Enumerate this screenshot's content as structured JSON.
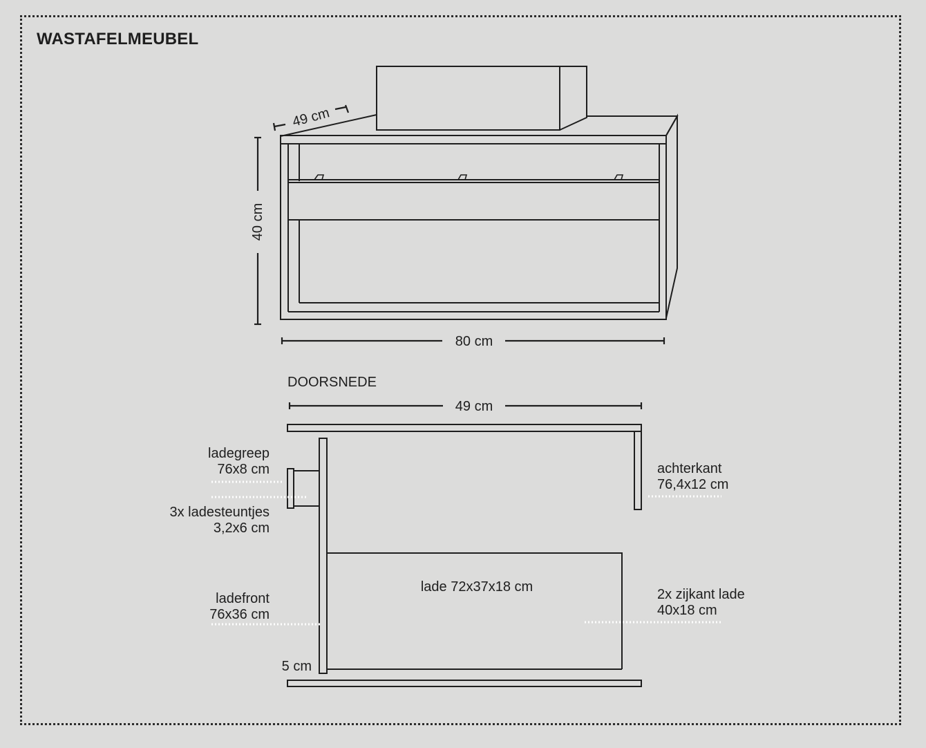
{
  "title": "WASTAFELMEUBEL",
  "front_view": {
    "depth_label": "49 cm",
    "height_label": "40 cm",
    "width_label": "80 cm"
  },
  "section": {
    "heading": "DOORSNEDE",
    "depth_label": "49 cm",
    "labels": {
      "ladegreep_name": "ladegreep",
      "ladegreep_size": "76x8 cm",
      "ladesteuntjes_name": "3x ladesteuntjes",
      "ladesteuntjes_size": "3,2x6 cm",
      "ladefront_name": "ladefront",
      "ladefront_size": "76x36 cm",
      "bottom_offset": "5 cm",
      "achterkant_name": "achterkant",
      "achterkant_size": "76,4x12 cm",
      "lade": "lade 72x37x18 cm",
      "zijkant_name": "2x zijkant lade",
      "zijkant_size": "40x18 cm"
    }
  },
  "colors": {
    "background": "#dcdcdb",
    "line": "#1e1e1e",
    "leader": "#ffffff"
  }
}
